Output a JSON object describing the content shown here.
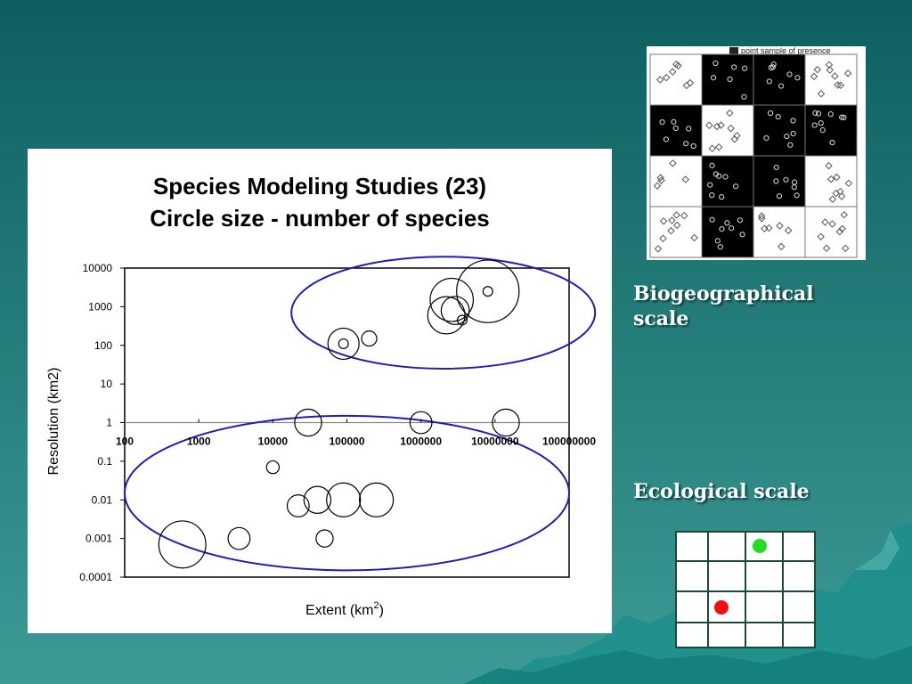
{
  "slide": {
    "biogeographical_label": "Biogeographical scale",
    "ecological_label": "Ecological scale",
    "map_header_text": "point sample of presence",
    "ellipse_color": "#1f1fb3",
    "presence_dot_color": "#22dd22",
    "absence_dot_color": "#ee1111"
  },
  "chart_data": {
    "type": "scatter",
    "title_line1": "Species Modeling Studies (23)",
    "title_line2": "Circle size - number of species",
    "xlabel": "Extent (km",
    "xlabel_sup": "2",
    "xlabel_end": ")",
    "ylabel": "Resolution (km2)",
    "x_scale": "log",
    "y_scale": "log",
    "xlim": [
      100,
      100000000
    ],
    "ylim": [
      0.0001,
      10000
    ],
    "x_ticks": [
      "100",
      "1000",
      "10000",
      "100000",
      "1000000",
      "10000000",
      "100000000"
    ],
    "y_ticks": [
      "10000",
      "1000",
      "100",
      "10",
      "1",
      "0.1",
      "0.01",
      "0.001",
      "0.0001"
    ],
    "grid": false,
    "points": [
      {
        "x": 600,
        "y": 0.0007,
        "species": 36
      },
      {
        "x": 3500,
        "y": 0.001,
        "species": 7
      },
      {
        "x": 10000,
        "y": 0.07,
        "species": 2
      },
      {
        "x": 22000,
        "y": 0.007,
        "species": 7
      },
      {
        "x": 40000,
        "y": 0.01,
        "species": 11
      },
      {
        "x": 50000,
        "y": 0.001,
        "species": 4
      },
      {
        "x": 90000,
        "y": 0.01,
        "species": 18
      },
      {
        "x": 250000,
        "y": 0.01,
        "species": 18
      },
      {
        "x": 30000,
        "y": 1,
        "species": 11
      },
      {
        "x": 1000000,
        "y": 1,
        "species": 7
      },
      {
        "x": 14000000,
        "y": 1,
        "species": 11
      },
      {
        "x": 90000,
        "y": 110,
        "species": 15
      },
      {
        "x": 90000,
        "y": 110,
        "species": 1
      },
      {
        "x": 200000,
        "y": 150,
        "species": 3
      },
      {
        "x": 2200000,
        "y": 600,
        "species": 22
      },
      {
        "x": 2600000,
        "y": 1500,
        "species": 30
      },
      {
        "x": 2900000,
        "y": 800,
        "species": 12
      },
      {
        "x": 3600000,
        "y": 450,
        "species": 1
      },
      {
        "x": 8000000,
        "y": 2500,
        "species": 65
      },
      {
        "x": 8000000,
        "y": 2500,
        "species": 1
      }
    ],
    "ellipses": [
      {
        "name": "biogeographical",
        "x_center": 2000000,
        "y_center": 700,
        "x_span_decades": 4.1,
        "y_span_decades": 2.9
      },
      {
        "name": "ecological",
        "x_center": 100000,
        "y_center": 0.015,
        "x_span_decades": 6.0,
        "y_span_decades": 4.0
      }
    ]
  }
}
